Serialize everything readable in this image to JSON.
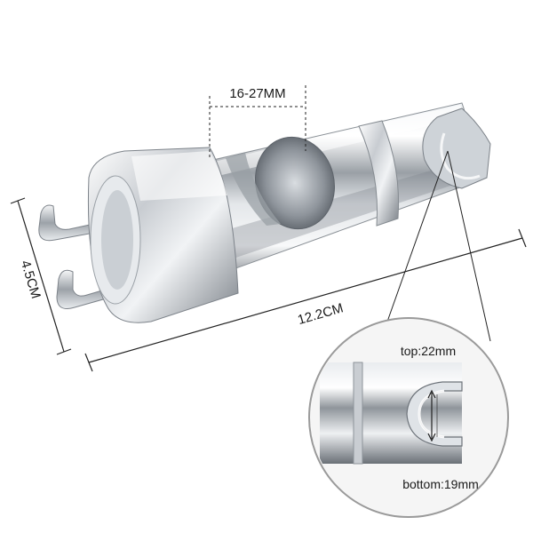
{
  "dimensions": {
    "slot_range": "16-27MM",
    "height": "4.5CM",
    "length": "12.2CM"
  },
  "detail_callout": {
    "top_label": "top:22mm",
    "bottom_label": "bottom:19mm"
  },
  "colors": {
    "chrome_light": "#f4f6f8",
    "chrome_mid": "#b9bec4",
    "chrome_dark": "#5e646b",
    "background": "#ffffff",
    "dimension_line": "#222222"
  }
}
